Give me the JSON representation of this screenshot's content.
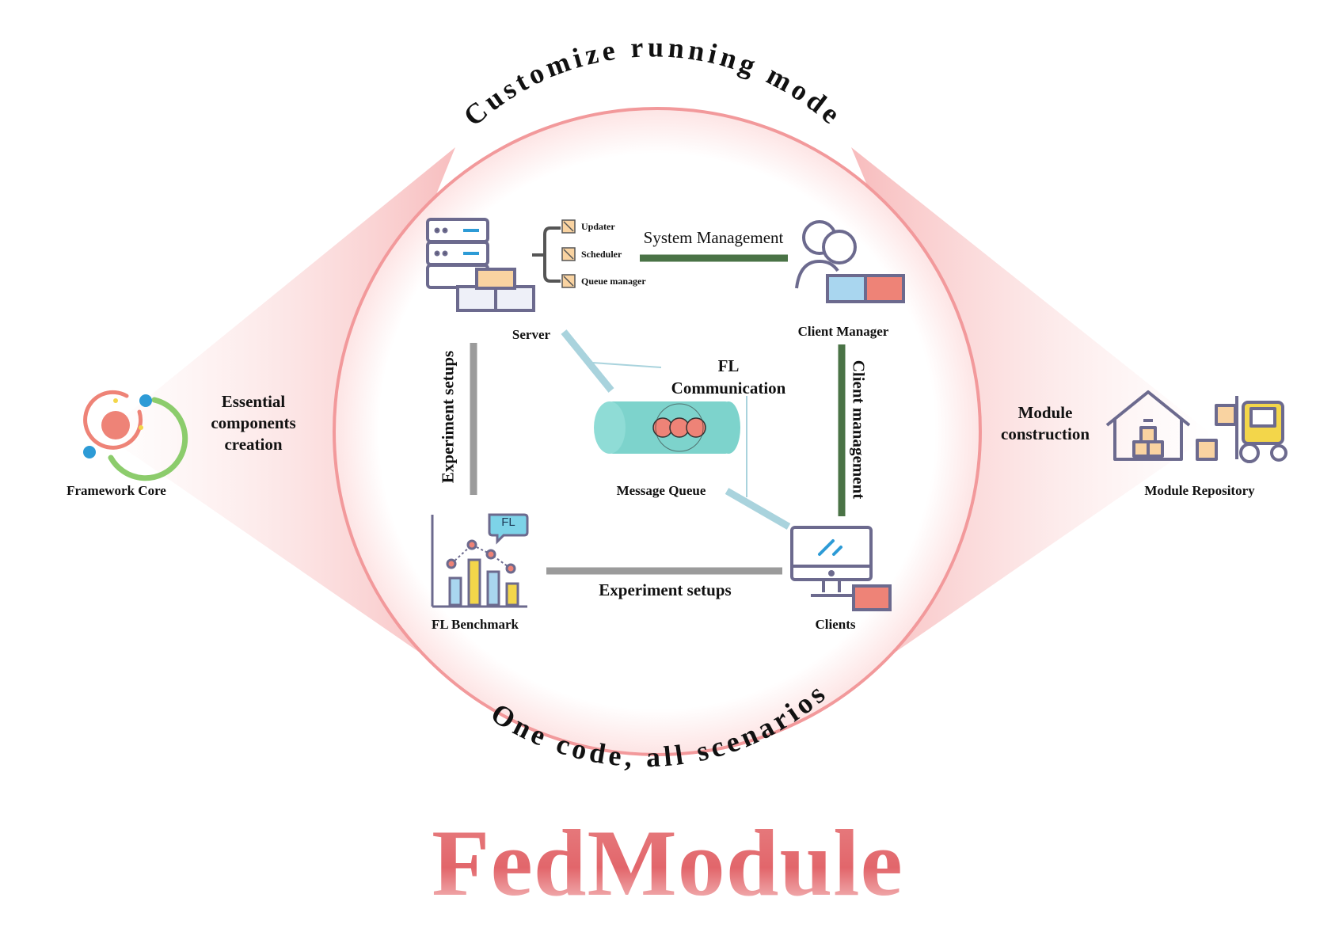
{
  "title": "FedModule",
  "arc_top": "Customize running mode",
  "arc_bottom": "One code,  all scenarios",
  "left": {
    "icon_label": "Framework Core",
    "caption_lines": [
      "Essential",
      "components",
      "creation"
    ]
  },
  "right": {
    "icon_label": "Module Repository",
    "caption_lines": [
      "Module",
      "construction"
    ]
  },
  "nodes": {
    "server": "Server",
    "client_manager": "Client Manager",
    "message_queue": "Message Queue",
    "fl_benchmark": "FL Benchmark",
    "clients": "Clients"
  },
  "server_parts": [
    "Updater",
    "Scheduler",
    "Queue manager"
  ],
  "edges": {
    "system_management": "System Management",
    "fl_communication_lines": [
      "FL",
      "Communication"
    ],
    "experiment_setups_vertical": "Experiment setups",
    "experiment_setups_horizontal": "Experiment setups",
    "client_management": "Client management"
  },
  "benchmark_badge": "FL",
  "colors": {
    "ring": "#f2999b",
    "title": "#e2666b",
    "management_edge": "#4a7346",
    "setup_edge": "#9b9b9b",
    "communication_edge": "#a9d3dd",
    "icon_outline": "#6c6a8e",
    "teal": "#7dd3cc",
    "blue_accent": "#2d9bd6",
    "orange_block": "#f9d3a1",
    "red_block": "#ee8377",
    "light_blue_block": "#a9d6ef"
  }
}
